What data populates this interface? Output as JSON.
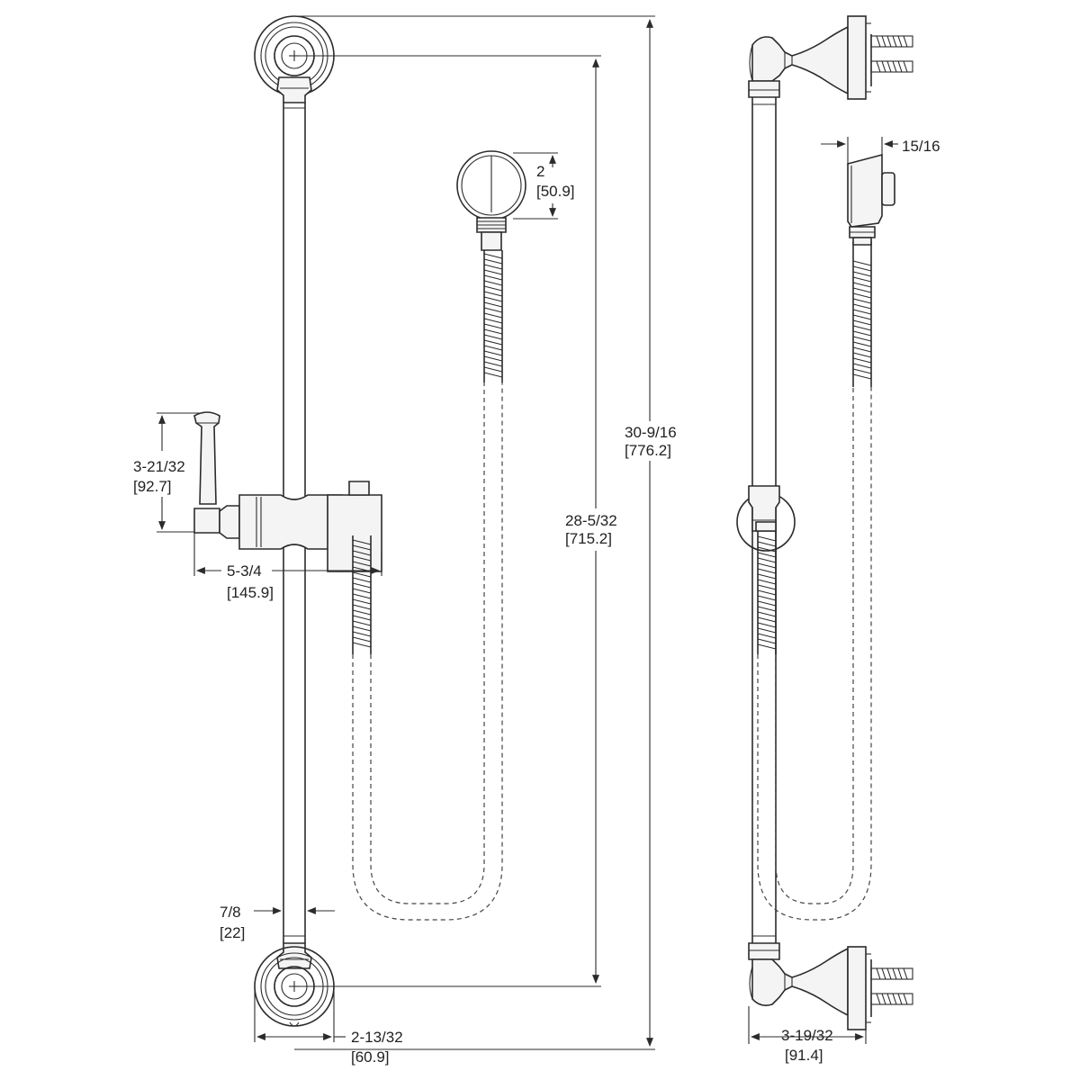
{
  "dimensions": {
    "rosette_dia": {
      "imperial": "2-13/32",
      "metric": "[60.9]"
    },
    "bar_dia": {
      "imperial": "7/8",
      "metric": "[22]"
    },
    "handle_height": {
      "imperial": "3-21/32",
      "metric": "[92.7]"
    },
    "handle_reach": {
      "imperial": "5-3/4",
      "metric": "[145.9]"
    },
    "elbow_dia": {
      "imperial": "2",
      "metric": "[50.9]"
    },
    "center_to_center": {
      "imperial": "28-5/32",
      "metric": "[715.2]"
    },
    "overall_height": {
      "imperial": "30-9/16",
      "metric": "[776.2]"
    },
    "elbow_depth": {
      "imperial": "15/16"
    },
    "projection": {
      "imperial": "3-19/32",
      "metric": "[91.4]"
    }
  },
  "colors": {
    "line": "#2b2b2b",
    "background": "#ffffff"
  }
}
